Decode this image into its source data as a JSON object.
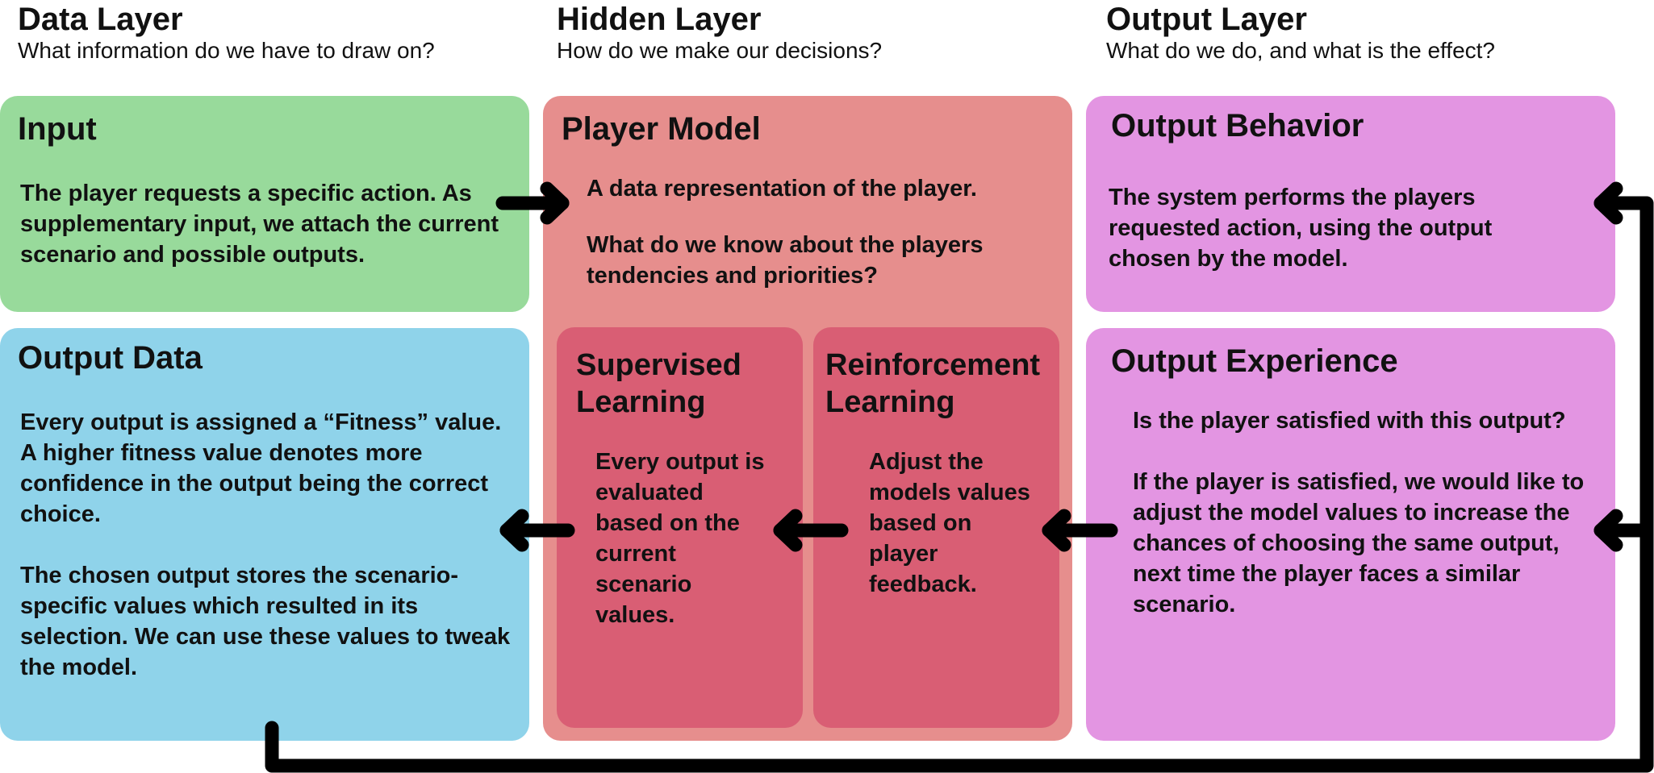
{
  "columns": {
    "data": {
      "title": "Data Layer",
      "subtitle": "What information do we have to draw on?"
    },
    "hidden": {
      "title": "Hidden Layer",
      "subtitle": "How do we make our decisions?"
    },
    "output": {
      "title": "Output Layer",
      "subtitle": "What do we do, and what is the effect?"
    }
  },
  "input": {
    "title": "Input",
    "text": "The player requests a specific action. As supplementary input, we attach the current scenario and possible outputs."
  },
  "output_data": {
    "title": "Output Data",
    "text1": "Every output is assigned a “Fitness” value. A higher fitness value denotes more confidence in the output being the correct choice.",
    "text2": "The chosen output stores the scenario-specific values which resulted in its selection. We can use these values to tweak the model."
  },
  "player_model": {
    "title": "Player Model",
    "text1": "A data representation of the player.",
    "text2": "What do we know about the players tendencies and priorities?"
  },
  "supervised": {
    "title": "Supervised Learning",
    "text": "Every output is evaluated based on the current scenario values."
  },
  "reinforcement": {
    "title": "Reinforcement Learning",
    "text": "Adjust the models values based on player feedback."
  },
  "output_behavior": {
    "title": "Output Behavior",
    "text": "The system performs the players requested action, using the output chosen by the model."
  },
  "output_experience": {
    "title": "Output Experience",
    "text1": "Is the player satisfied with this output?",
    "text2": "If the player is satisfied, we would like to adjust the model values to increase the chances of choosing the same output, next time the player faces a similar scenario."
  },
  "colors": {
    "green": "#98da9b",
    "blue": "#8fd3ea",
    "salmon": "#e68e8d",
    "red": "#d95e74",
    "purple": "#e395e2",
    "arrow": "#000000"
  }
}
